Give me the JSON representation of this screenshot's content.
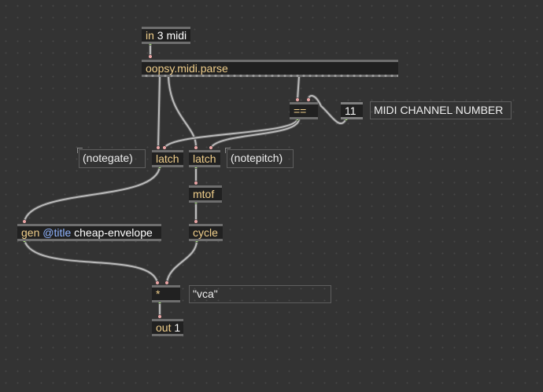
{
  "patcher": {
    "objects": {
      "in_3_midi": {
        "op": "in",
        "args": "3 midi"
      },
      "midi_parse": {
        "op": "oopsy.midi.parse"
      },
      "equals": {
        "op": "=="
      },
      "channel_number": {
        "value": "11"
      },
      "latch_gate": {
        "op": "latch"
      },
      "latch_pitch": {
        "op": "latch"
      },
      "mtof": {
        "op": "mtof"
      },
      "gen_envelope": {
        "op": "gen",
        "attr": "@title",
        "args": "cheap-envelope"
      },
      "cycle": {
        "op": "cycle"
      },
      "multiply": {
        "op": "*"
      },
      "out_1": {
        "op": "out",
        "args": "1"
      }
    },
    "comments": {
      "midi_channel_label": "MIDI CHANNEL NUMBER",
      "notegate": "(notegate)",
      "notepitch": "(notepitch)",
      "vca": "\"vca\""
    }
  },
  "colors": {
    "canvas": "#333333",
    "object_fill": "#212121",
    "object_border": "#6e6e6e",
    "operator_text": "#f0ce8a",
    "argument_text": "#ffffff",
    "attribute_text": "#8fb4ff",
    "cable": "#bbbbbb",
    "inlet": "#e8a4a4",
    "outlet": "#a7e07e"
  }
}
